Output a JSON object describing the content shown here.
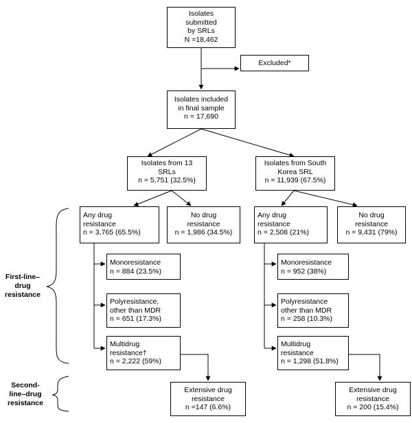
{
  "nodes": {
    "submitted": "Isolates\nsubmitted\nby SRLs\nN =18,462",
    "excluded": "Excluded*",
    "included": "Isolates included\nin final sample\nn = 17,690",
    "srl13": "Isolates from 13\nSRLs\nn = 5,751 (32.5%)",
    "korea": "Isolates from South\nKorea SRL\nn = 11,939 (67.5%)",
    "any13": "Any drug\nresistance\nn = 3,765 (65.5%)",
    "none13": "No drug\nresistance\nn = 1,986 (34.5%)",
    "anyK": "Any drug\nresistance\nn = 2,508 (21%)",
    "noneK": "No drug\nresistance\nn = 9,431 (79%)",
    "mono13": "Monoresistance\nn = 884 (23.5%)",
    "poly13": "Polyresistance,\nother than MDR\nn = 651 (17.3%)",
    "multi13": "Multidrug\nresistance†\nn = 2,222 (59%)",
    "monoK": "Monoresistance\nn = 952 (38%)",
    "polyK": "Polyresistance\nother than MDR\nn = 258 (10.3%)",
    "multiK": "Multidrug\nresistance\nn = 1,298 (51.8%)",
    "xdr13": "Extensive drug\nresistance\nn =147 (6.6%)",
    "xdrK": "Extensive drug\nresistance\nn = 200 (15.4%)"
  },
  "side_labels": {
    "first_line": "First-line–\ndrug\nresistance",
    "second_line": "Second-\nline–drug\nresistance"
  }
}
